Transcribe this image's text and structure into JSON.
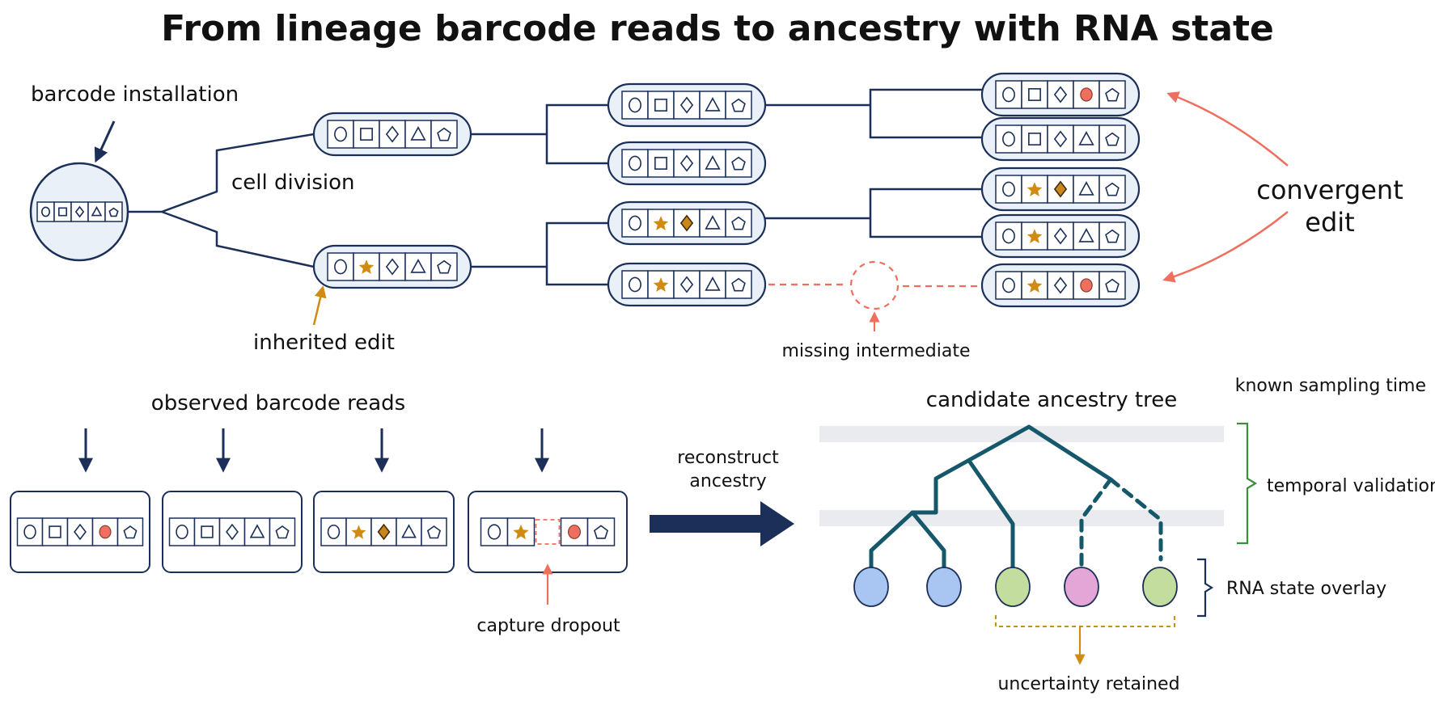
{
  "title": "From lineage barcode reads to ancestry with RNA state",
  "labels": {
    "barcode_installation": "barcode installation",
    "cell_division": "cell division",
    "inherited_edit": "inherited edit",
    "missing_intermediate": "missing intermediate",
    "convergent_edit_1": "convergent",
    "convergent_edit_2": "edit",
    "observed_barcode_reads": "observed barcode reads",
    "reconstruct_ancestry_1": "reconstruct",
    "reconstruct_ancestry_2": "ancestry",
    "capture_dropout": "capture dropout",
    "candidate_ancestry_tree": "candidate ancestry tree",
    "known_sampling_time": "known sampling time",
    "temporal_validation": "temporal validation",
    "rna_state_overlay": "RNA state overlay",
    "uncertainty_retained": "uncertainty retained"
  },
  "symbols": {
    "site_shapes": [
      "circle",
      "square",
      "diamond",
      "triangle",
      "pentagon"
    ],
    "edit_symbols": {
      "star": "star-edit",
      "diamond": "filled-diamond-edit",
      "red": "red-circle-edit",
      "dropout": "dropout-site"
    }
  },
  "barcodes": {
    "root": [
      "circle",
      "square",
      "diamond",
      "triangle",
      "pentagon"
    ],
    "g1_top": [
      "circle",
      "square",
      "diamond",
      "triangle",
      "pentagon"
    ],
    "g1_bottom": [
      "circle",
      "star",
      "diamond",
      "triangle",
      "pentagon"
    ],
    "g2_a": [
      "circle",
      "square",
      "diamond",
      "triangle",
      "pentagon"
    ],
    "g2_b": [
      "circle",
      "square",
      "diamond",
      "triangle",
      "pentagon"
    ],
    "g2_c": [
      "circle",
      "star",
      "fdiamond",
      "triangle",
      "pentagon"
    ],
    "g2_d": [
      "circle",
      "star",
      "diamond",
      "triangle",
      "pentagon"
    ],
    "g3_a": [
      "circle",
      "square",
      "diamond",
      "redcircle",
      "pentagon"
    ],
    "g3_b": [
      "circle",
      "square",
      "diamond",
      "triangle",
      "pentagon"
    ],
    "g3_c": [
      "circle",
      "star",
      "fdiamond",
      "triangle",
      "pentagon"
    ],
    "g3_d": [
      "circle",
      "star",
      "diamond",
      "triangle",
      "pentagon"
    ],
    "g3_e": [
      "circle",
      "star",
      "diamond",
      "redcircle",
      "pentagon"
    ],
    "read_1": [
      "circle",
      "square",
      "diamond",
      "redcircle",
      "pentagon"
    ],
    "read_2": [
      "circle",
      "square",
      "diamond",
      "triangle",
      "pentagon"
    ],
    "read_3": [
      "circle",
      "star",
      "fdiamond",
      "triangle",
      "pentagon"
    ],
    "read_4": [
      "circle",
      "star",
      "dropout",
      "redcircle",
      "pentagon"
    ]
  },
  "rna_states": [
    "blue",
    "blue",
    "green",
    "pink",
    "green"
  ],
  "colors": {
    "navy": "#1b2f58",
    "cell_fill": "#eaf0f8",
    "edit_orange": "#d08b12",
    "edit_red": "#ef6f5e",
    "teal": "#15586b",
    "green_bracket": "#3b8f3b",
    "time_band": "#e9ebee",
    "rna_blue": "#a9c6f2",
    "rna_green": "#c3dd9f",
    "rna_pink": "#e3a6d6"
  }
}
